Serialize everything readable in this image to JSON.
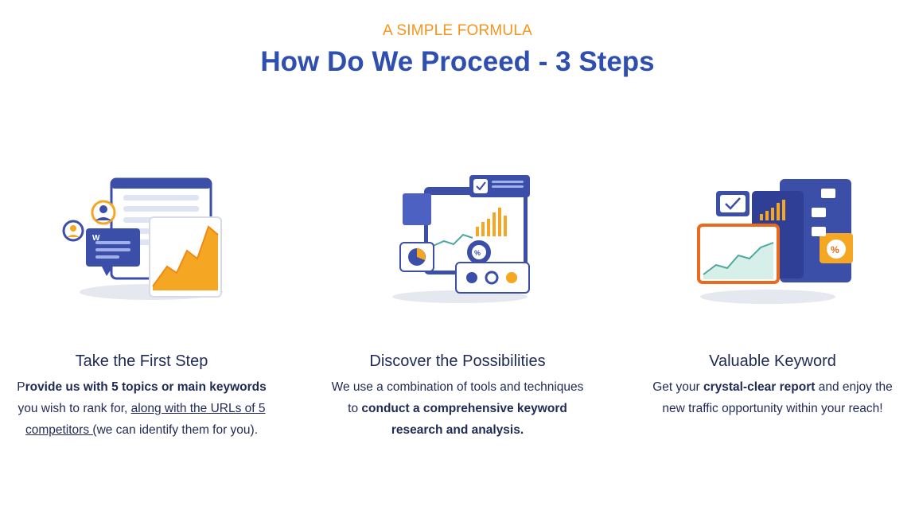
{
  "section": {
    "eyebrow": "A SIMPLE FORMULA",
    "headline": "How Do We Proceed - 3 Steps"
  },
  "steps": [
    {
      "title": "Take the First Step",
      "body": {
        "p1": "P",
        "b1": "rovide us with 5 topics or main keywords",
        "t1": " you wish to rank for, ",
        "u1": "along with the URLs of 5 competitors (",
        "t2": "we can identify them for you)."
      },
      "illustration": "keyword-topic-browser-illustration"
    },
    {
      "title": "Discover the Possibilities",
      "body": {
        "t1": "We use a combination of tools and techniques to ",
        "b1": "conduct a comprehensive keyword research and analysis."
      },
      "illustration": "analytics-dashboard-illustration"
    },
    {
      "title": "Valuable Keyword",
      "body": {
        "t1": "Get your ",
        "b1": "crystal-clear report",
        "t2": " and enjoy the new traffic opportunity within your reach!"
      },
      "illustration": "report-charts-illustration"
    }
  ],
  "colors": {
    "accent": "#f7941d",
    "headline": "#2f4fb0",
    "text": "#1f2a55",
    "illustration_blue": "#3b4ea8",
    "illustration_orange": "#f5a623"
  }
}
